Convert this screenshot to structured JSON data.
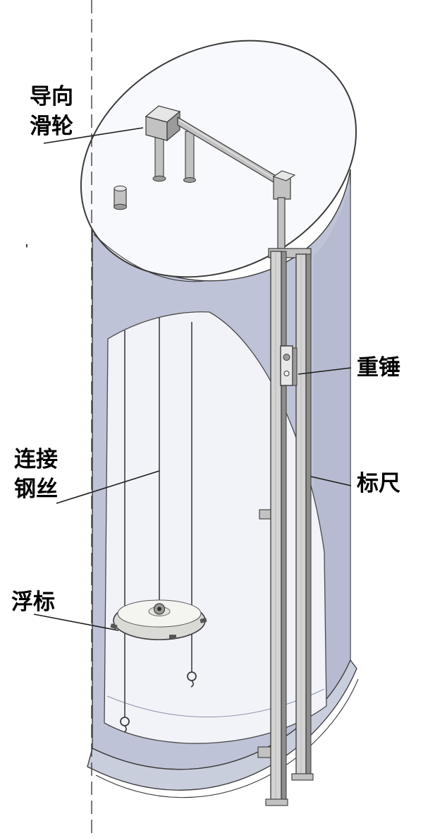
{
  "labels": {
    "guide_pulley_1": "导向",
    "guide_pulley_2": "滑轮",
    "connecting_wire_1": "连接",
    "connecting_wire_2": "钢丝",
    "float_buoy": "浮标",
    "counterweight": "重锤",
    "ruler": "标尺",
    "stray_mark": "'"
  },
  "colors": {
    "outline": "#3a3a3a",
    "leader": "#1c1c1c",
    "centerline": "#3f3f3f",
    "text": "#000000",
    "tank_top": "#f7f9fc",
    "wall": "#bec3d7",
    "wall_shade": "#aeb4cc",
    "base": "#c9cedd",
    "cutout": "#f1f3f8",
    "floor_line": "#8d93ac",
    "rail_face": "#d3d3d3",
    "rail_side": "#8e8e8e",
    "metal_light": "#e6e6e6",
    "metal_mid": "#c2c2c2",
    "metal_dark": "#9b9b9b",
    "wire": "#3f3f3f",
    "float_body": "#dadad6",
    "float_top": "#f4f4f1",
    "weight_face": "#e8e8e8"
  }
}
